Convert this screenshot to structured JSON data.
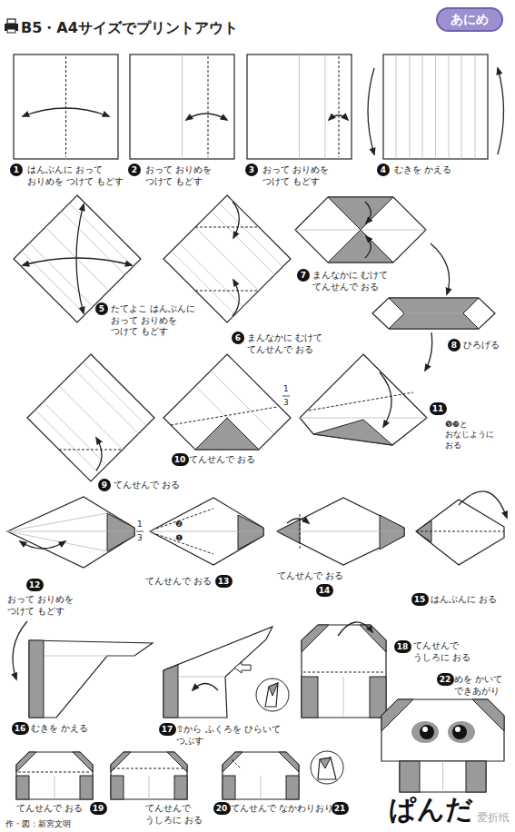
{
  "diagram": {
    "title": "ぱんだ",
    "nodes": [
      {
        "text": [
          "あにめ"
        ]
      },
      {
        "text": [
          "1"
        ]
      },
      {
        "text": [
          "2"
        ]
      },
      {
        "text": [
          "3"
        ]
      },
      {
        "text": [
          "4"
        ]
      },
      {
        "text": [
          "5"
        ]
      },
      {
        "text": [
          "6"
        ]
      },
      {
        "text": [
          "7"
        ]
      },
      {
        "text": [
          "8"
        ]
      },
      {
        "text": [
          "9"
        ]
      },
      {
        "text": [
          "10"
        ]
      },
      {
        "text": [
          "11"
        ]
      },
      {
        "text": [
          "12"
        ]
      },
      {
        "text": [
          "13"
        ]
      },
      {
        "text": [
          "14"
        ]
      },
      {
        "text": [
          "15"
        ]
      },
      {
        "text": [
          "16"
        ]
      },
      {
        "text": [
          "17"
        ]
      },
      {
        "text": [
          "18"
        ]
      },
      {
        "text": [
          "19"
        ]
      },
      {
        "text": [
          "20"
        ]
      },
      {
        "text": [
          "21"
        ]
      },
      {
        "text": [
          "22"
        ]
      }
    ],
    "labels": [
      "B5・A4サイズでプリントアウト",
      "はんぶんに おって おりめを つけて もどす",
      "おって おりめを つけて もどす",
      "おって おりめを つけて もどす",
      "むきを かえる",
      "たてよこ はんぶんに おって おりめを つけて もどす",
      "まんなかに むけて てんせんで おる",
      "まんなかに むけて てんせんで おる",
      "ひろげる",
      "てんせんで おる",
      "てんせんで おる",
      "❾❿と おなじように おる",
      "おって おりめを つけて もどす",
      "てんせんで おる",
      "てんせんで おる",
      "はんぶんに おる",
      "むきを かえる",
      "⇧から ふくろを ひらいて つぶす",
      "てんせんで うしろに おる",
      "てんせんで おる",
      "てんせんで うしろに おる",
      "てんせんで なかわりおり",
      "めを かいて できあがり",
      "1",
      "3",
      "1",
      "3",
      "❷",
      "❶",
      "作・図：新宮文明",
      "爱折纸"
    ]
  }
}
